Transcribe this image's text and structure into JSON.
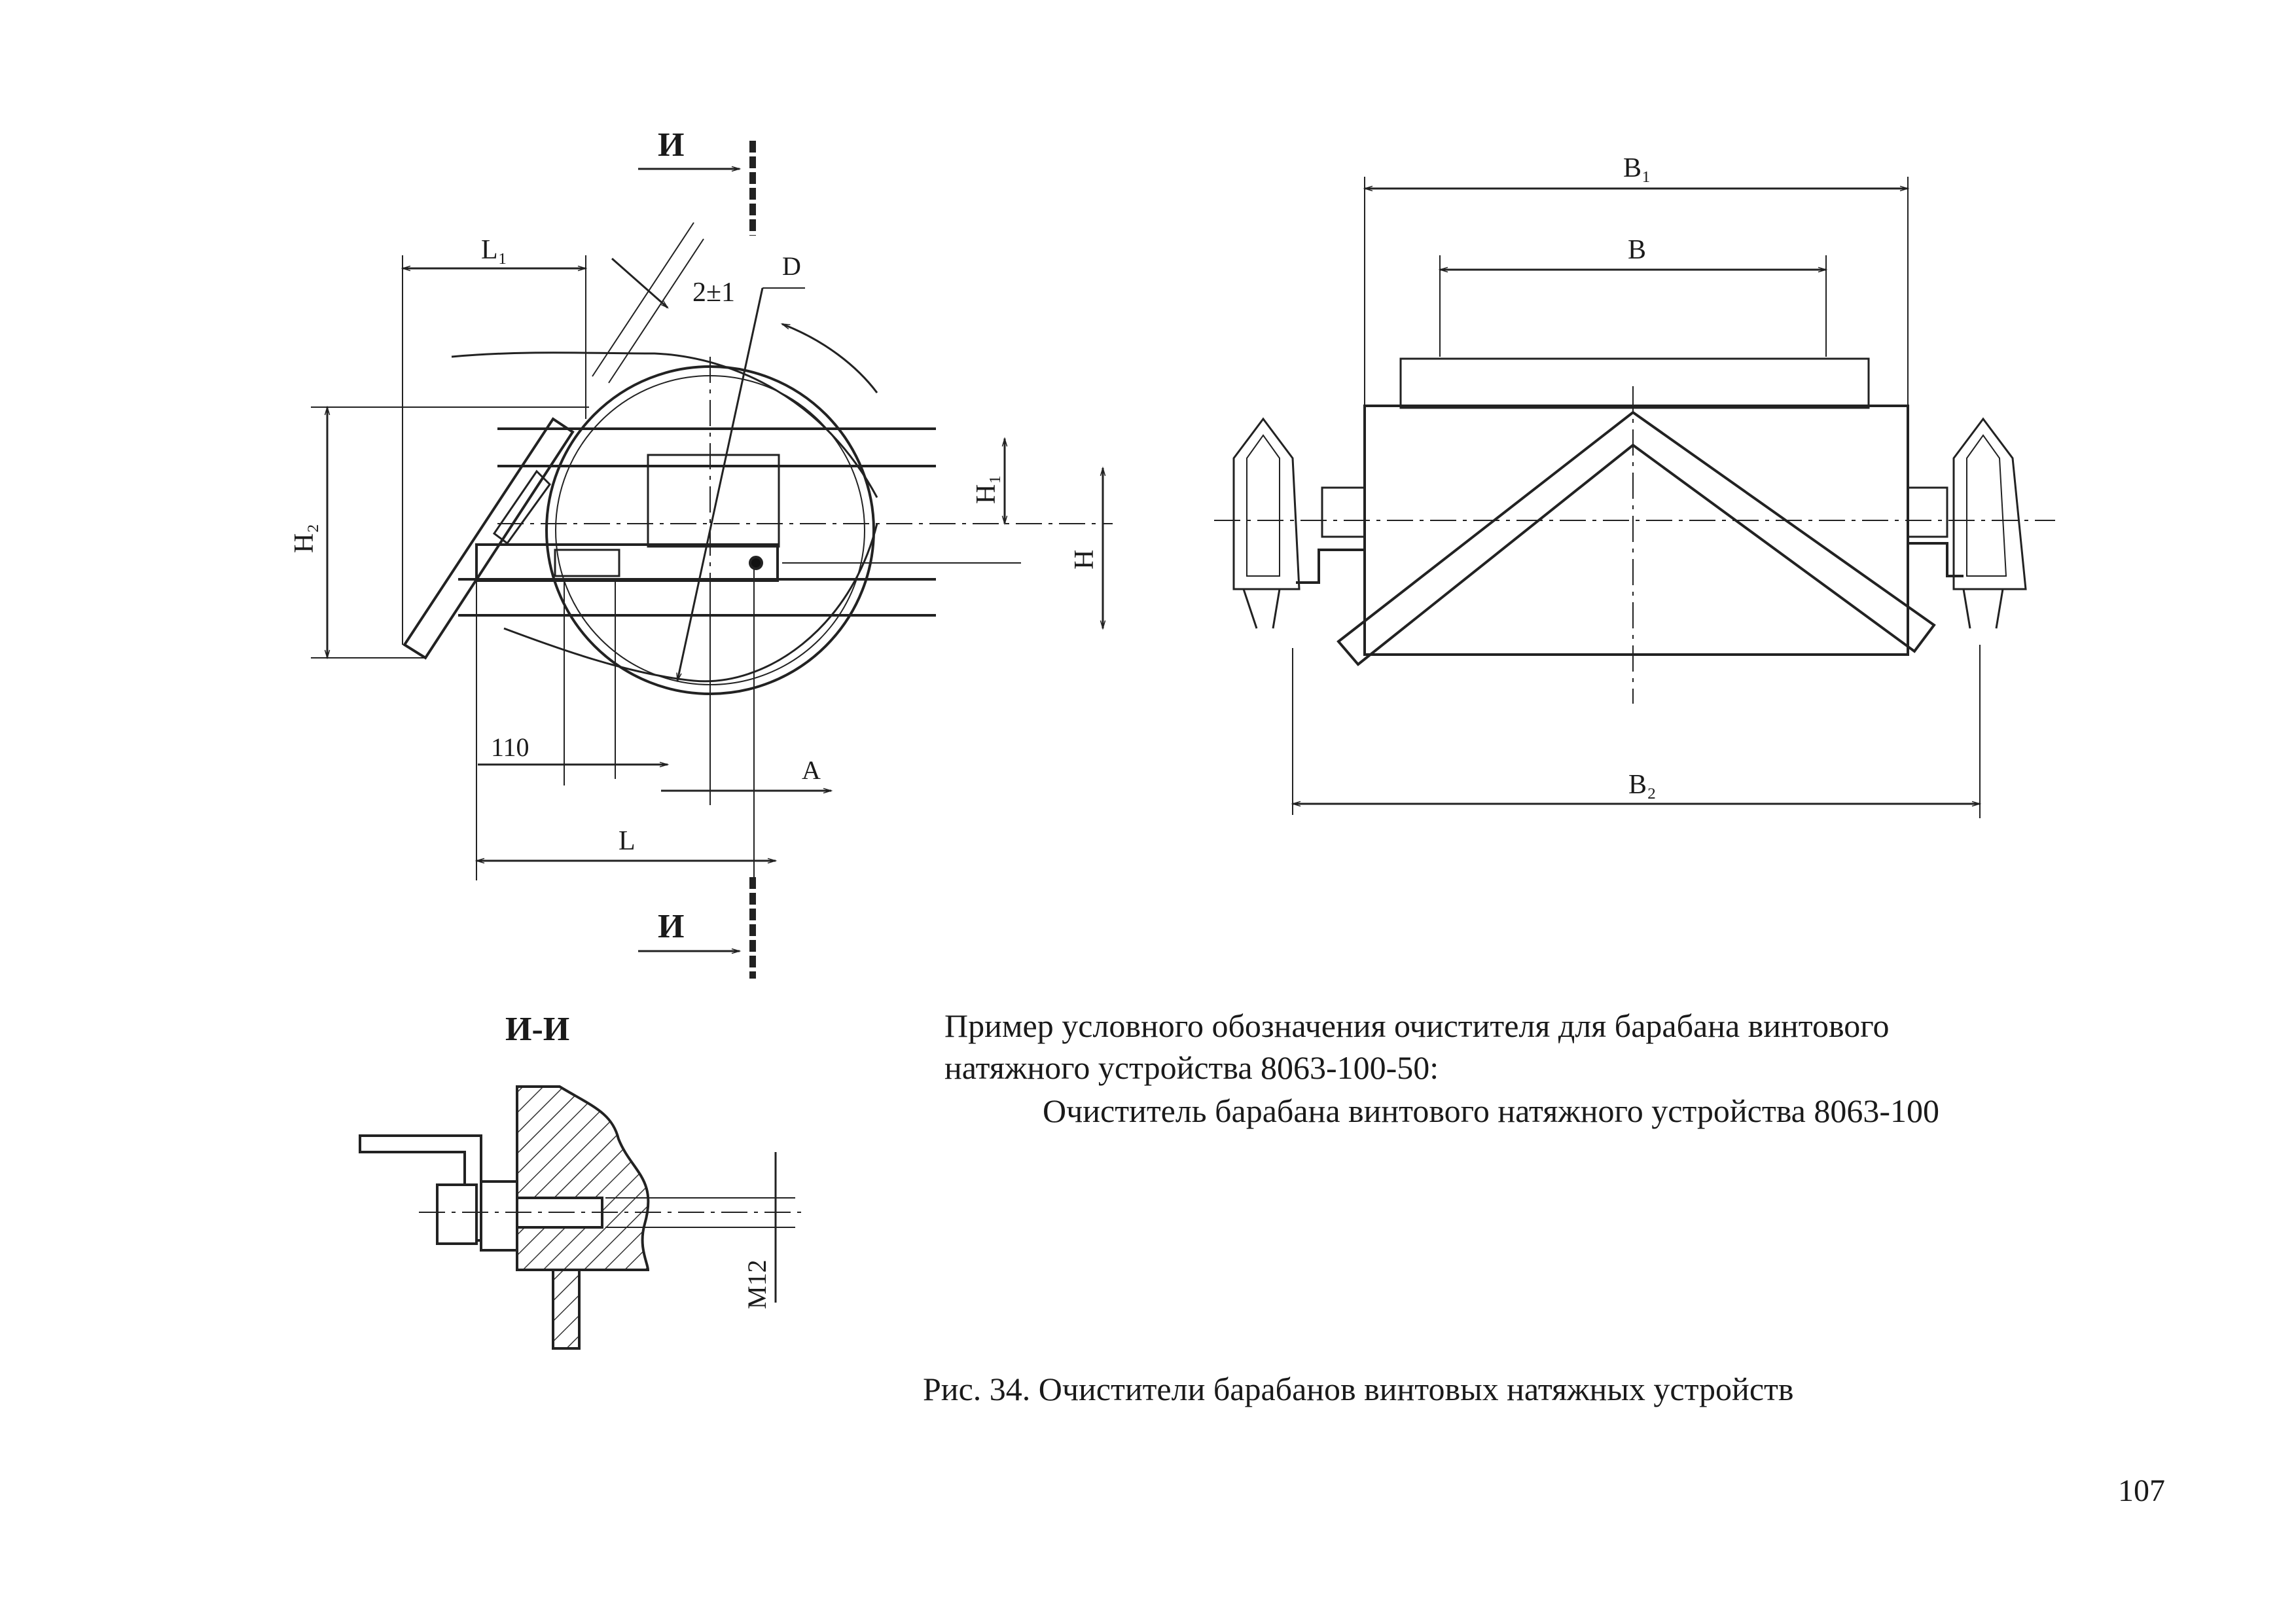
{
  "labels": {
    "section_marker_top": "И",
    "section_marker_bottom": "И",
    "section_view_title": "И-И",
    "dim_L1": "L₁",
    "dim_2pm1": "2±1",
    "dim_D": "D",
    "dim_H1": "H₁",
    "dim_H2": "H₂",
    "dim_H": "H",
    "dim_110": "110",
    "dim_A": "A",
    "dim_L": "L",
    "dim_B1": "B₁",
    "dim_B": "B",
    "dim_B2": "B₂",
    "dim_M12": "M12"
  },
  "example": {
    "line1": "Пример условного обозначения очистителя для барабана винтового",
    "line2": "натяжного устройства 8063-100-50:",
    "line3": "Очиститель барабана винтового натяжного устройства 8063-100"
  },
  "caption": "Рис. 34. Очистители барабанов винтовых натяжных устройств",
  "page_number": "107"
}
